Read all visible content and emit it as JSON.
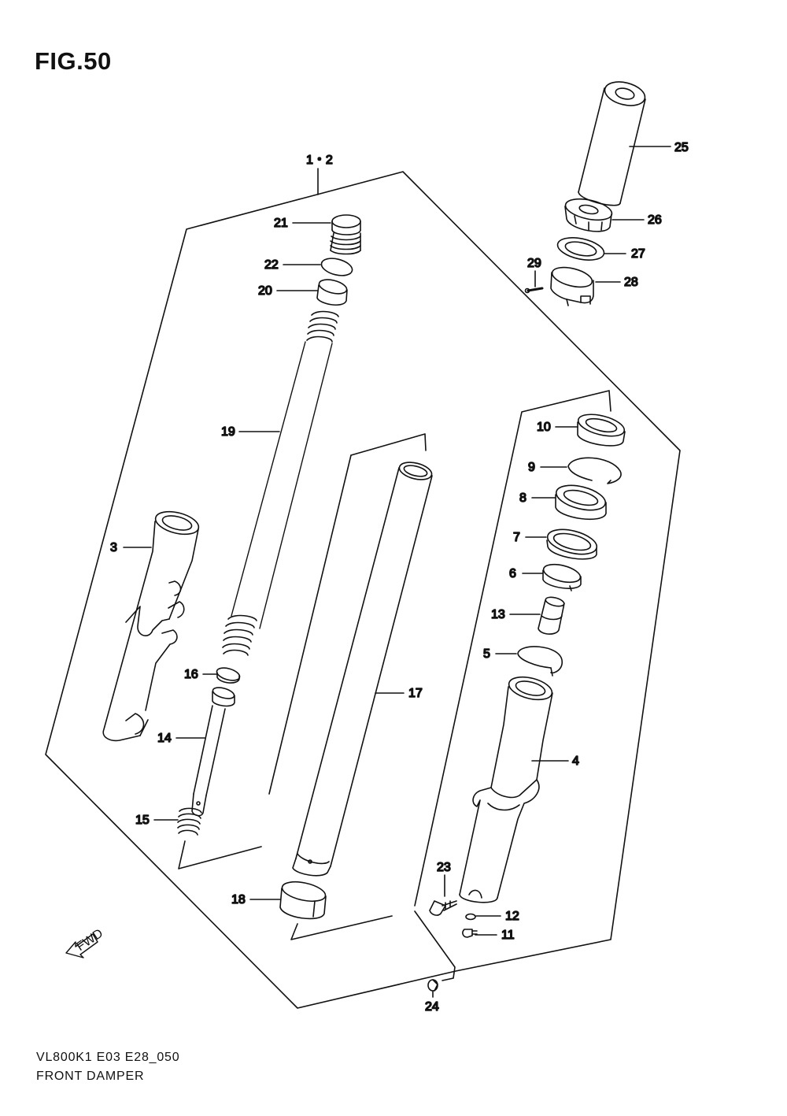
{
  "figure": {
    "title": "FIG.50",
    "code": "VL800K1 E03 E28_050",
    "name": "FRONT DAMPER",
    "fwd_label": "FWD"
  },
  "callouts": {
    "c1_2": "1・2",
    "c3": "3",
    "c4": "4",
    "c5": "5",
    "c6": "6",
    "c7": "7",
    "c8": "8",
    "c9": "9",
    "c10": "10",
    "c11": "11",
    "c12": "12",
    "c13": "13",
    "c14": "14",
    "c15": "15",
    "c16": "16",
    "c17": "17",
    "c18": "18",
    "c19": "19",
    "c20": "20",
    "c21": "21",
    "c22": "22",
    "c23": "23",
    "c24": "24",
    "c25": "25",
    "c26": "26",
    "c27": "27",
    "c28": "28",
    "c29": "29"
  }
}
